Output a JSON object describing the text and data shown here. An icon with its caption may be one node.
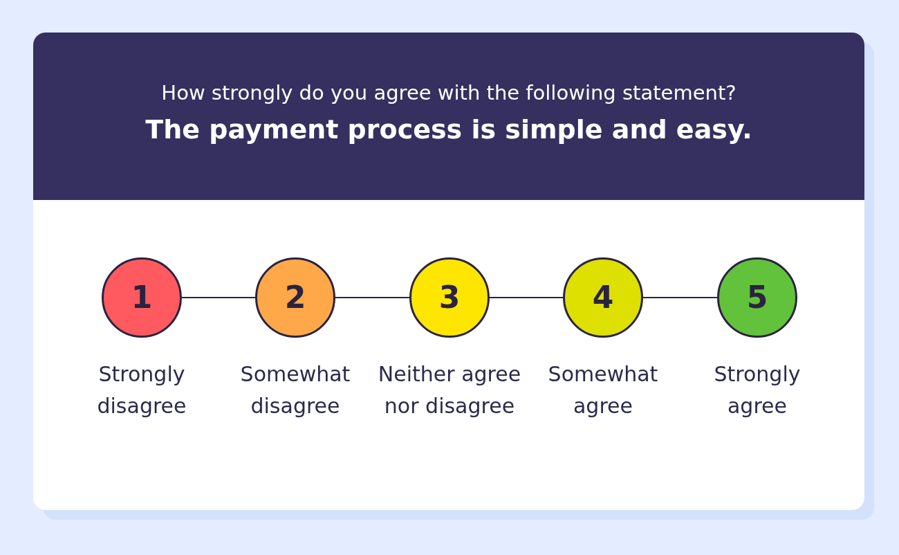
{
  "diagram": {
    "nodes": [
      {
        "text": [
          "How strongly do you agree with the following statement?",
          "The payment process is simple and easy."
        ]
      },
      {
        "text": [
          "1"
        ],
        "beside": [
          "Strongly disagree"
        ]
      },
      {
        "text": [
          "2"
        ],
        "beside": [
          "Somewhat disagree"
        ]
      },
      {
        "text": [
          "3"
        ],
        "beside": [
          "Neither agree nor disagree"
        ]
      },
      {
        "text": [
          "4"
        ],
        "beside": [
          "Somewhat agree"
        ]
      },
      {
        "text": [
          "5"
        ],
        "beside": [
          "Strongly agree"
        ]
      }
    ],
    "edges": [
      {
        "from": 1,
        "to": 2,
        "arrow": "none"
      },
      {
        "from": 2,
        "to": 3,
        "arrow": "none"
      },
      {
        "from": 3,
        "to": 4,
        "arrow": "none"
      },
      {
        "from": 4,
        "to": 5,
        "arrow": "none"
      }
    ]
  }
}
